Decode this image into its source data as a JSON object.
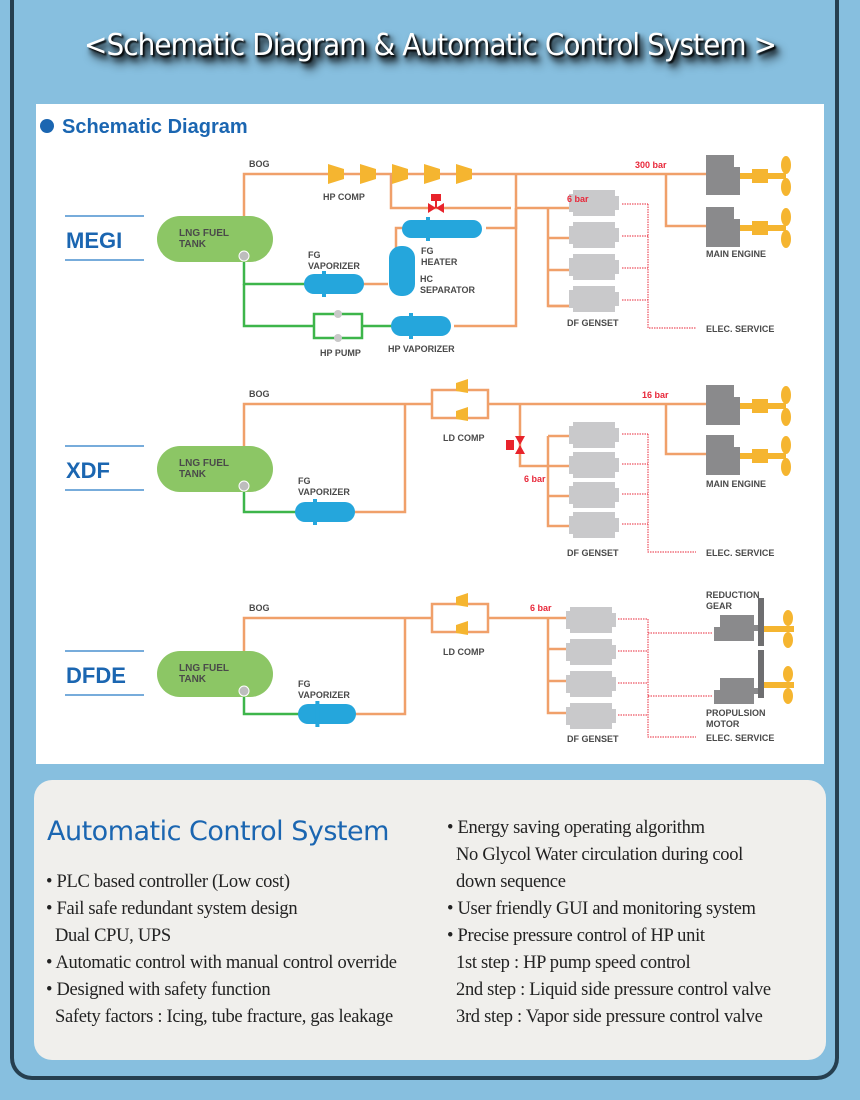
{
  "header": {
    "title": "<Schematic Diagram & Automatic Control System >"
  },
  "colors": {
    "background": "#87bfdf",
    "frame": "#263f50",
    "title_blue": "#1b66b1",
    "gas_line": "#f0a06a",
    "liquid_line": "#3db54a",
    "tank_green": "#8cc665",
    "vessel_blue": "#25a6dc",
    "compressor_yellow": "#f5b530",
    "valve_red": "#e8232b",
    "pressure_red": "#e8283a",
    "engine_gray": "#8a8a8c",
    "genset_gray": "#c9c9cb",
    "elec_dotted": "#e8283a"
  },
  "schematic": {
    "section_title": "Schematic Diagram",
    "systems": [
      {
        "name": "MEGI",
        "tank_label": [
          "LNG  FUEL",
          "TANK"
        ],
        "labels": {
          "bog": "BOG",
          "hp_comp": "HP COMP",
          "fg_vaporizer": [
            "FG",
            "VAPORIZER"
          ],
          "fg_heater": [
            "FG",
            "HEATER"
          ],
          "hc_separator": [
            "HC",
            "SEPARATOR"
          ],
          "hp_pump": "HP PUMP",
          "hp_vaporizer": "HP VAPORIZER",
          "pressure_high": "300 bar",
          "pressure_low": "6  bar",
          "df_genset": "DF GENSET",
          "main_engine": "MAIN ENGINE",
          "elec_service": "ELEC. SERVICE"
        }
      },
      {
        "name": "XDF",
        "tank_label": [
          "LNG  FUEL",
          "TANK"
        ],
        "labels": {
          "bog": "BOG",
          "ld_comp": "LD COMP",
          "fg_vaporizer": [
            "FG",
            "VAPORIZER"
          ],
          "pressure_high": "16 bar",
          "pressure_low": "6 bar",
          "df_genset": "DF GENSET",
          "main_engine": "MAIN ENGINE",
          "elec_service": "ELEC. SERVICE"
        }
      },
      {
        "name": "DFDE",
        "tank_label": [
          "LNG  FUEL",
          "TANK"
        ],
        "labels": {
          "bog": "BOG",
          "ld_comp": "LD COMP",
          "fg_vaporizer": [
            "FG",
            "VAPORIZER"
          ],
          "pressure_low": "6 bar",
          "df_genset": "DF GENSET",
          "reduction_gear": [
            "REDUCTION",
            "GEAR"
          ],
          "propulsion_motor": [
            "PROPULSION",
            "MOTOR"
          ],
          "elec_service": "ELEC. SERVICE"
        }
      }
    ]
  },
  "automatic_control": {
    "title": "Automatic  Control System",
    "left_items": [
      {
        "text": "• PLC based controller (Low cost)",
        "sub": false
      },
      {
        "text": "• Fail safe redundant system design",
        "sub": false
      },
      {
        "text": "Dual CPU, UPS",
        "sub": true
      },
      {
        "text": "• Automatic control with manual control override",
        "sub": false
      },
      {
        "text": "• Designed with safety function",
        "sub": false
      },
      {
        "text": "Safety factors : Icing, tube fracture, gas leakage",
        "sub": true
      }
    ],
    "right_items": [
      {
        "text": "• Energy saving operating algorithm",
        "sub": false
      },
      {
        "text": "No Glycol Water circulation during cool",
        "sub": true
      },
      {
        "text": "down sequence",
        "sub": true
      },
      {
        "text": "• User friendly GUI and monitoring system",
        "sub": false
      },
      {
        "text": "• Precise pressure control of HP unit",
        "sub": false
      },
      {
        "text": "1st step : HP pump speed control",
        "sub": true
      },
      {
        "text": "2nd step : Liquid side pressure control valve",
        "sub": true
      },
      {
        "text": "3rd step : Vapor side pressure control valve",
        "sub": true
      }
    ]
  }
}
